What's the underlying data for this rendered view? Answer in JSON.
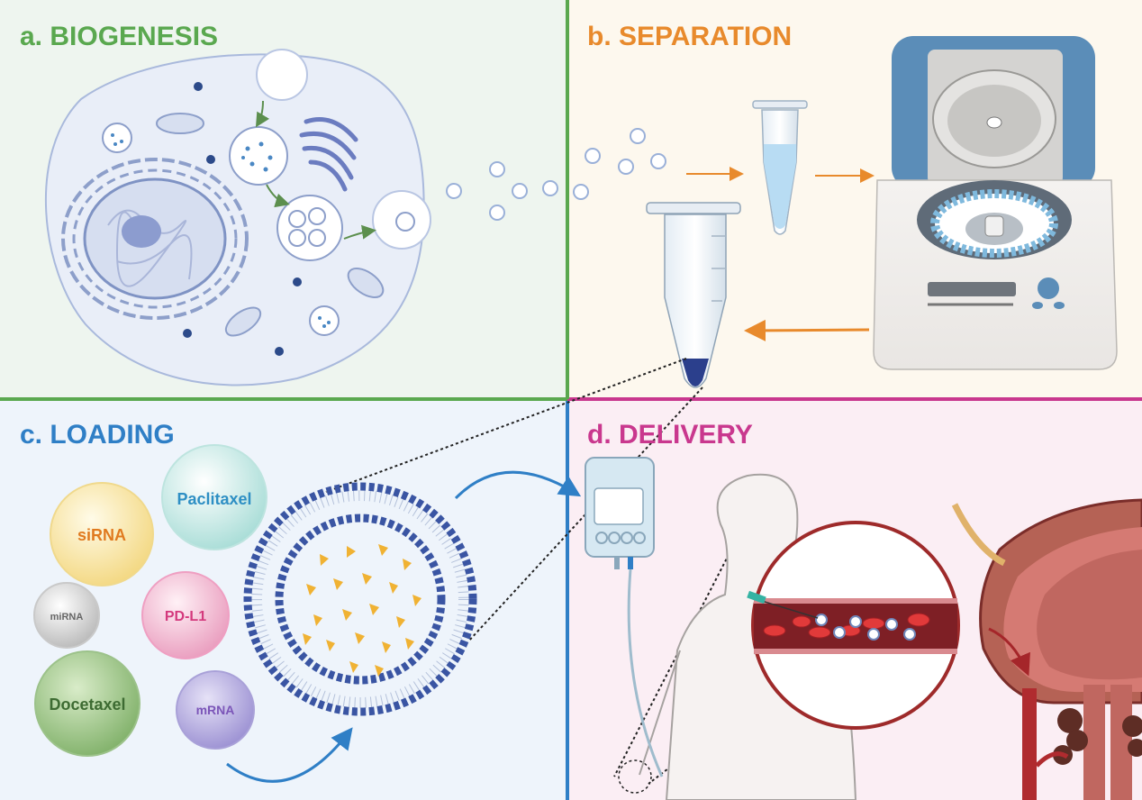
{
  "panels": {
    "a": {
      "title": "a. BIOGENESIS",
      "color": "#5aa84f",
      "bg": "#eef5ef"
    },
    "b": {
      "title": "b. SEPARATION",
      "color": "#e88a2c",
      "bg": "#fdf8ee"
    },
    "c": {
      "title": "c. LOADING",
      "color": "#2f7fc6",
      "bg": "#eef4fb"
    },
    "d": {
      "title": "d. DELIVERY",
      "color": "#c9388e",
      "bg": "#fbeef4"
    }
  },
  "cargo": {
    "paclitaxel": {
      "label": "Paclitaxel",
      "color": "#2e8fc4"
    },
    "sirna": {
      "label": "siRNA",
      "color": "#e07a1f"
    },
    "mirna": {
      "label": "miRNA",
      "color": "#666666"
    },
    "pdl1": {
      "label": "PD-L1",
      "color": "#d4397d"
    },
    "docetaxel": {
      "label": "Docetaxel",
      "color": "#3d6b32"
    },
    "mrna": {
      "label": "mRNA",
      "color": "#7b55b8"
    }
  }
}
